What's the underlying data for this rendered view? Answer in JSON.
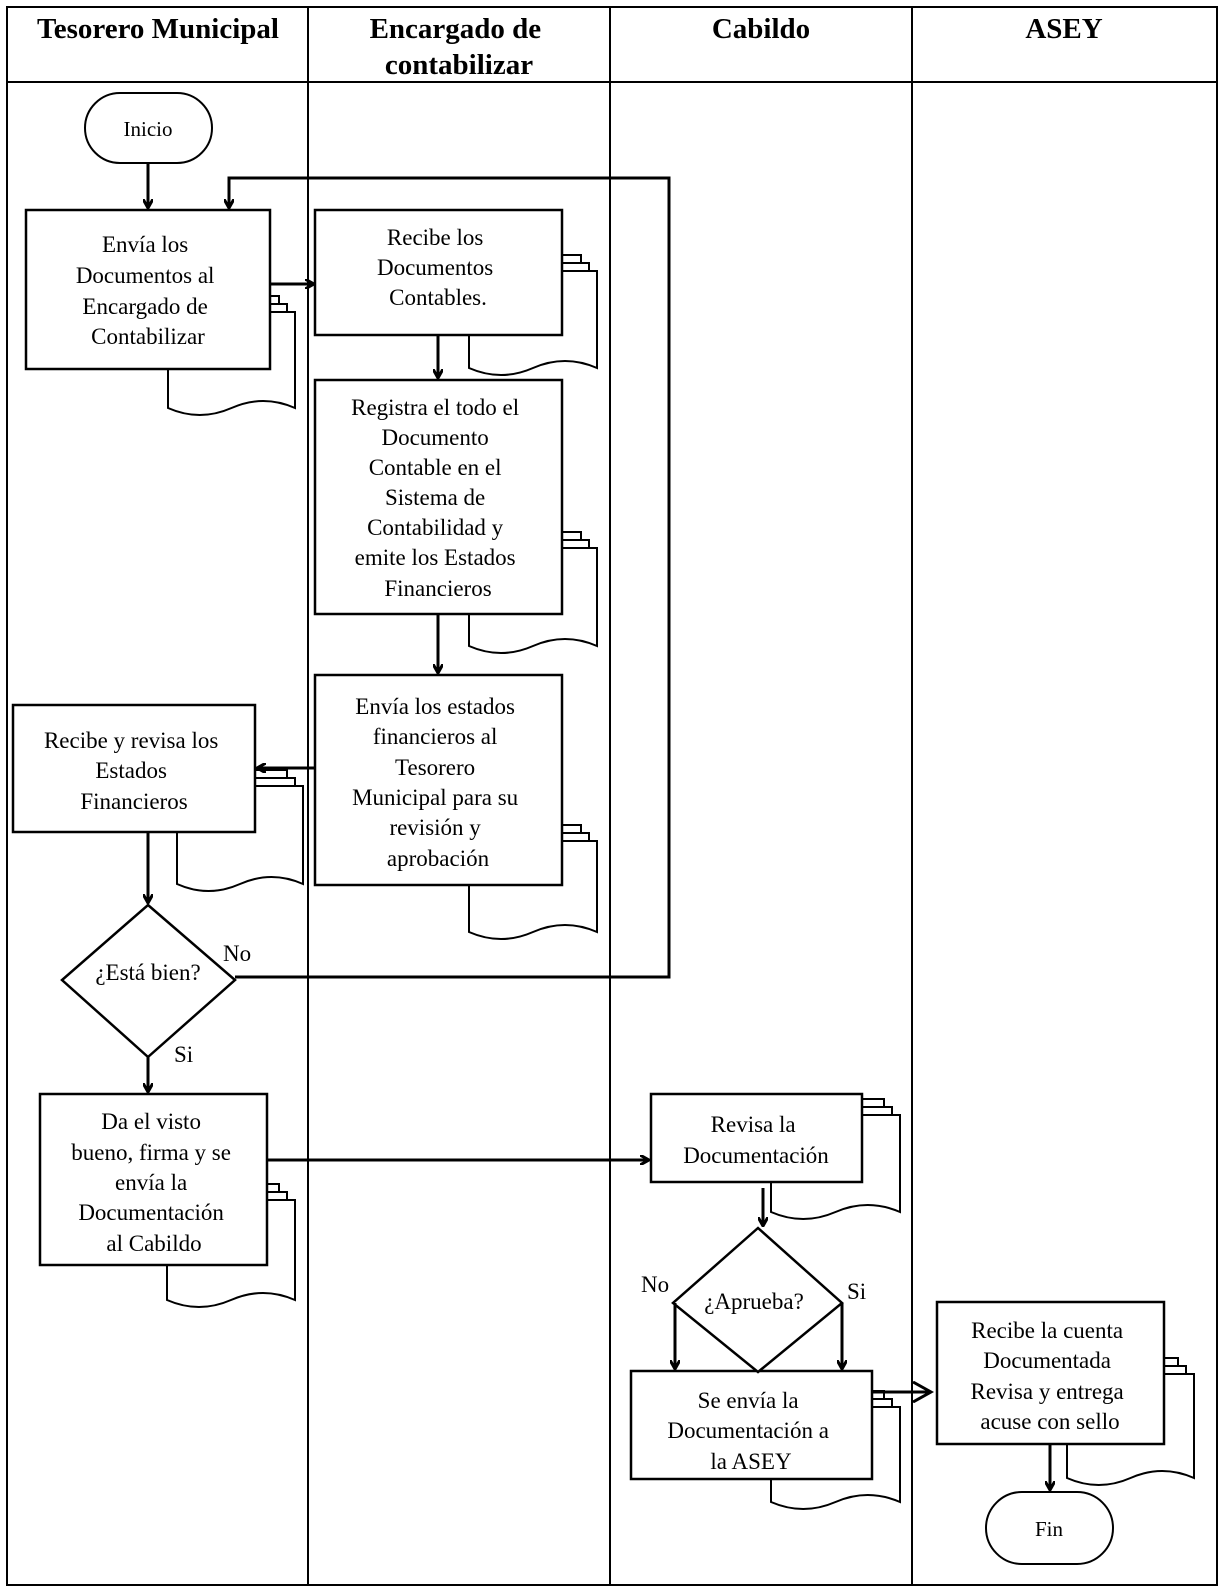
{
  "lanes": [
    {
      "title": [
        "Tesorero Municipal"
      ]
    },
    {
      "title": [
        "Encargado de",
        "contabilizar"
      ]
    },
    {
      "title": [
        "Cabildo"
      ]
    },
    {
      "title": [
        "ASEY"
      ]
    }
  ],
  "nodes": {
    "inicio": "Inicio",
    "envia_docs": [
      "Envía los",
      "Documentos al",
      "Encargado de",
      "Contabilizar"
    ],
    "recibe_docs": [
      "Recibe los",
      "Documentos",
      "Contables."
    ],
    "registra": [
      "Registra el todo el",
      "Documento",
      "Contable en el",
      "Sistema de",
      "Contabilidad y",
      "emite los Estados",
      "Financieros"
    ],
    "envia_estados": [
      "Envía los estados",
      "financieros al",
      "Tesorero",
      "Municipal para su",
      "revisión y",
      "aprobación"
    ],
    "recibe_revisa": [
      "Recibe y revisa los",
      "Estados",
      "Financieros"
    ],
    "esta_bien": "¿Está bien?",
    "visto_bueno": [
      "Da el visto",
      "bueno, firma y se",
      "envía la",
      "Documentación",
      "al Cabildo"
    ],
    "revisa_doc": [
      "Revisa la",
      "Documentación"
    ],
    "aprueba": "¿Aprueba?",
    "envia_asey": [
      "Se envía la",
      "Documentación a",
      "la ASEY"
    ],
    "recibe_cuenta": [
      "Recibe la cuenta",
      "Documentada",
      "Revisa y entrega",
      "acuse con sello"
    ],
    "fin": "Fin"
  },
  "labels": {
    "no_1": "No",
    "si_1": "Si",
    "no_2": "No",
    "si_2": "Si"
  },
  "colors": {
    "stroke": "#000000",
    "background": "#ffffff"
  }
}
